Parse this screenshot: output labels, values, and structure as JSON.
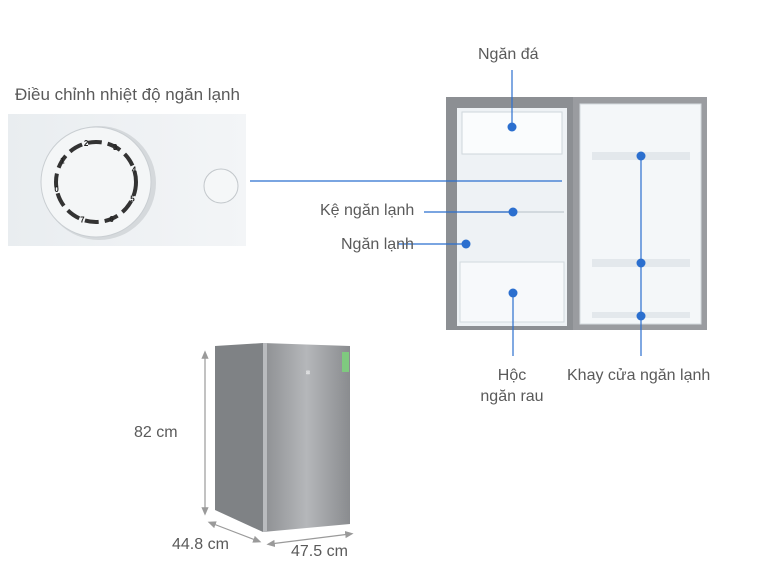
{
  "colors": {
    "accent": "#2b6fcf",
    "label": "#5a5a5a",
    "steel": "#8a8c8f"
  },
  "control": {
    "title": "Điều chỉnh nhiệt độ ngăn lạnh",
    "dial_numbers": [
      "0",
      "1",
      "2",
      "3",
      "4",
      "5",
      "6",
      "7"
    ]
  },
  "callouts": {
    "freezer": "Ngăn đá",
    "shelf": "Kệ ngăn lạnh",
    "fridge": "Ngăn lạnh",
    "crisper_line1": "Hộc",
    "crisper_line2": "ngăn rau",
    "door_tray": "Khay cửa ngăn lạnh"
  },
  "dimensions": {
    "height": "82 cm",
    "depth": "44.8 cm",
    "width": "47.5 cm"
  }
}
